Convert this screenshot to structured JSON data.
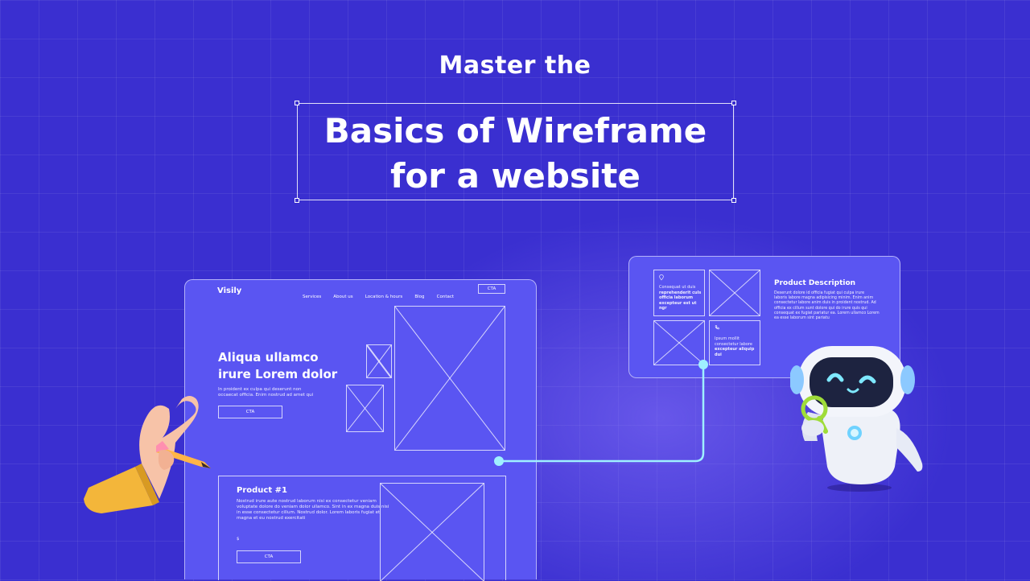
{
  "hero": {
    "pretitle": "Master the",
    "title_line1": "Basics of Wireframe",
    "title_line2": "for a website"
  },
  "wireframe_main": {
    "logo": "Visily",
    "nav": [
      "Services",
      "About us",
      "Location & hours",
      "Blog",
      "Contact"
    ],
    "nav_cta": "CTA",
    "headline_1": "Aliqua ullamco",
    "headline_2": "irure Lorem dolor",
    "body_1": "In proident ex culpa qui deserunt non",
    "body_2": "occaecat officia. Enim nostrud ad amet qui",
    "cta": "CTA",
    "product": {
      "title": "Product #1",
      "line_1": "Nostrud irure aute nostrud laborum nisi ex consectetur veniam",
      "line_2": "voluptate dolore do veniam dolor ullamco. Sint in ex magna duis nisi",
      "line_3": "in esse consectetur cillum. Nostrud dolor. Lorem laboris fugiat et",
      "line_4": "magna et eu nostrud exercitati",
      "price": "$",
      "cta": "CTA"
    }
  },
  "wireframe_detail": {
    "location_1": "Consequat ut duis",
    "location_2": "reprehenderit culs",
    "location_3": "officia laborum",
    "location_4": "excepteur est ut ngr",
    "phone_1": "Ipsum mollit",
    "phone_2": "consectetur labore",
    "phone_3": "excepteur aliquip dui",
    "product_title": "Product Description",
    "desc_1": "Deserunt dolore id officia fugiat qui culpa irure",
    "desc_2": "laboris labore magna adipisicing minim. Enim anim",
    "desc_3": "consectetur labore anim duis in proident nostrud. Ad",
    "desc_4": "officia ex cillum sunt dolore qui do irure quis qui",
    "desc_5": "consequat ex fugiat pariatur ea. Lorem ullamco Lorem",
    "desc_6": "ea esse laborum sint pariatu"
  },
  "colors": {
    "background": "#3a2fd0",
    "panel": "#5a55f2",
    "connector": "#9ff0ff"
  },
  "icons": [
    "hand-with-pencil-icon",
    "robot-mascot-icon",
    "location-pin-icon",
    "phone-icon"
  ]
}
